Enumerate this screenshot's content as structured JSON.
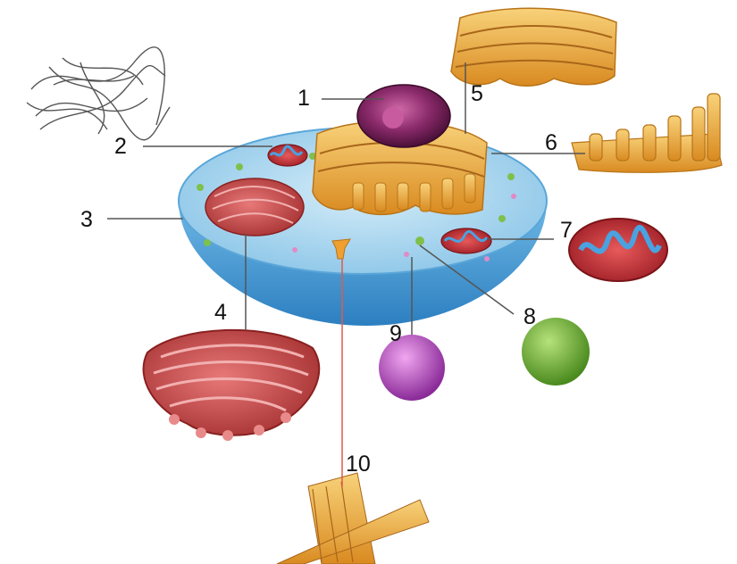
{
  "labels": [
    "1",
    "2",
    "3",
    "4",
    "5",
    "6",
    "7",
    "8",
    "9",
    "10"
  ],
  "colors": {
    "cytoplasm_top": "#9fd0ec",
    "cytoplasm_side": "#3f9ad8",
    "nucleus": "#7a1f5a",
    "golgi": "#e8a23a",
    "mitochondria": "#c8323a",
    "er": "#c84848",
    "vacuole_green": "#6aa830",
    "vacuole_purple": "#b04bb8",
    "cytoskeleton": "#d9952c",
    "leader_line": "#555555",
    "leader_line_red": "#e05a4a"
  },
  "icons": [
    "fibers-icon",
    "golgi-icon",
    "microtubule-icon",
    "mitochondrion-icon",
    "er-icon",
    "vesicle-icon",
    "centrosome-icon"
  ]
}
